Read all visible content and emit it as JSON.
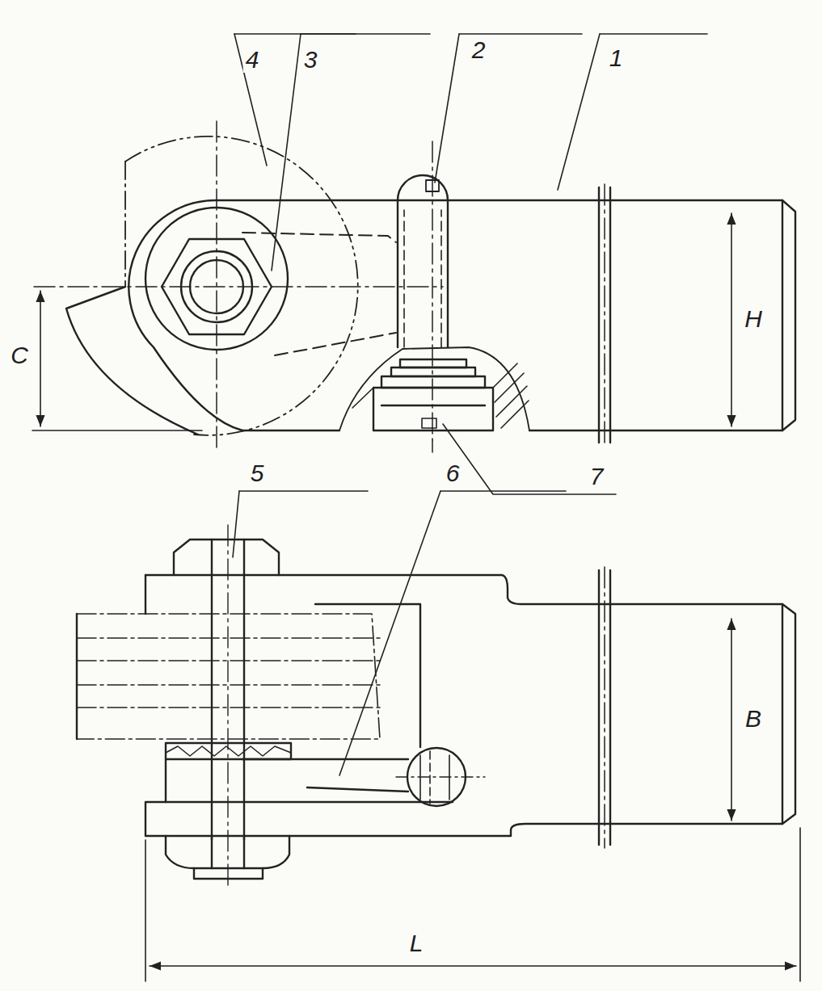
{
  "diagram": {
    "labels": [
      "4",
      "3",
      "2",
      "1",
      "C",
      "H",
      "7",
      "5",
      "6",
      "B",
      "L"
    ]
  }
}
